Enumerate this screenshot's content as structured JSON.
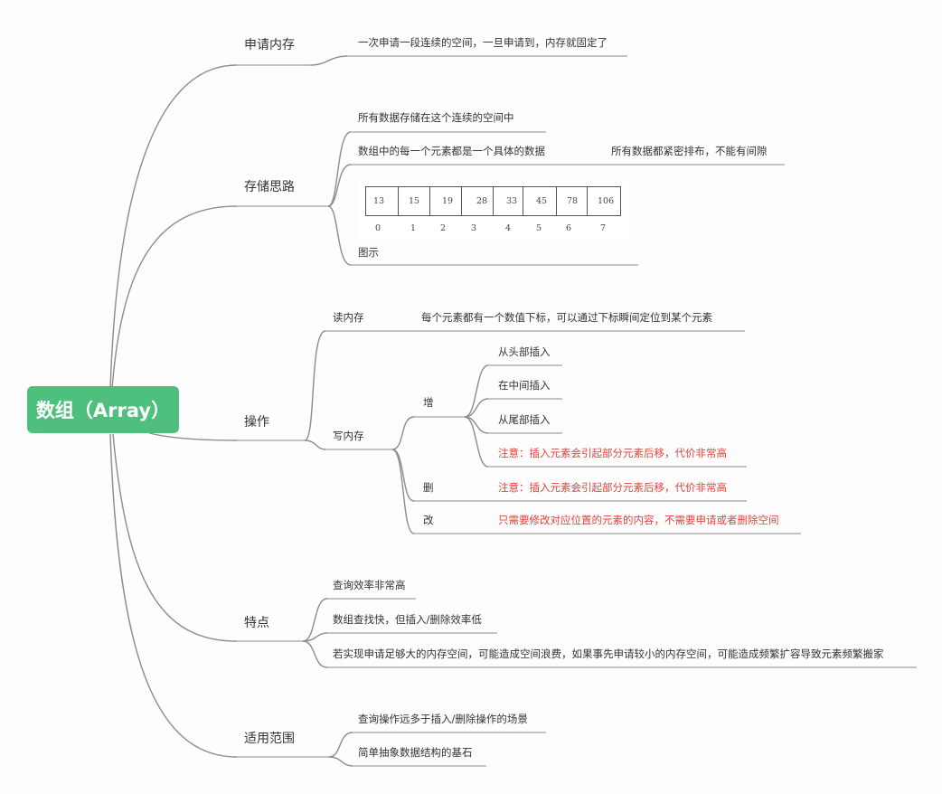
{
  "root": {
    "label": "数组（Array）"
  },
  "branches": {
    "memory": {
      "label": "申请内存",
      "items": [
        "一次申请一段连续的空间，一旦申请到，内存就固定了"
      ]
    },
    "storage": {
      "label": "存储思路",
      "items": [
        "所有数据存储在这个连续的空间中",
        "数组中的每一个元素都是一个具体的数据",
        "图示"
      ],
      "note": "所有数据都紧密排布，不能有间隙",
      "figure": {
        "values": [
          "13",
          "15",
          "19",
          "28",
          "33",
          "45",
          "78",
          "106"
        ],
        "indices": [
          "0",
          "1",
          "2",
          "3",
          "4",
          "5",
          "6",
          "7"
        ]
      }
    },
    "operations": {
      "label": "操作",
      "read": {
        "label": "读内存",
        "detail": "每个元素都有一个数值下标，可以通过下标瞬间定位到某个元素"
      },
      "write": {
        "label": "写内存",
        "add": {
          "label": "增",
          "items": [
            "从头部插入",
            "在中间插入",
            "从尾部插入"
          ],
          "warning": "注意：插入元素会引起部分元素后移，代价非常高"
        },
        "delete": {
          "label": "删",
          "warning": "注意：插入元素会引起部分元素后移，代价非常高"
        },
        "modify": {
          "label": "改",
          "warning": "只需要修改对应位置的元素的内容，不需要申请或者删除空间"
        }
      }
    },
    "features": {
      "label": "特点",
      "items": [
        "查询效率非常高",
        "数组查找快，但插入/删除效率低",
        "若实现申请足够大的内存空间，可能造成空间浪费，如果事先申请较小的内存空间，可能造成频繁扩容导致元素频繁搬家"
      ]
    },
    "scope": {
      "label": "适用范围",
      "items": [
        "查询操作远多于插入/删除操作的场景",
        "简单抽象数据结构的基石"
      ]
    }
  },
  "colors": {
    "root_bg": "#4fbf7d",
    "warning": "#e0443c",
    "line": "#8c8c8c"
  }
}
